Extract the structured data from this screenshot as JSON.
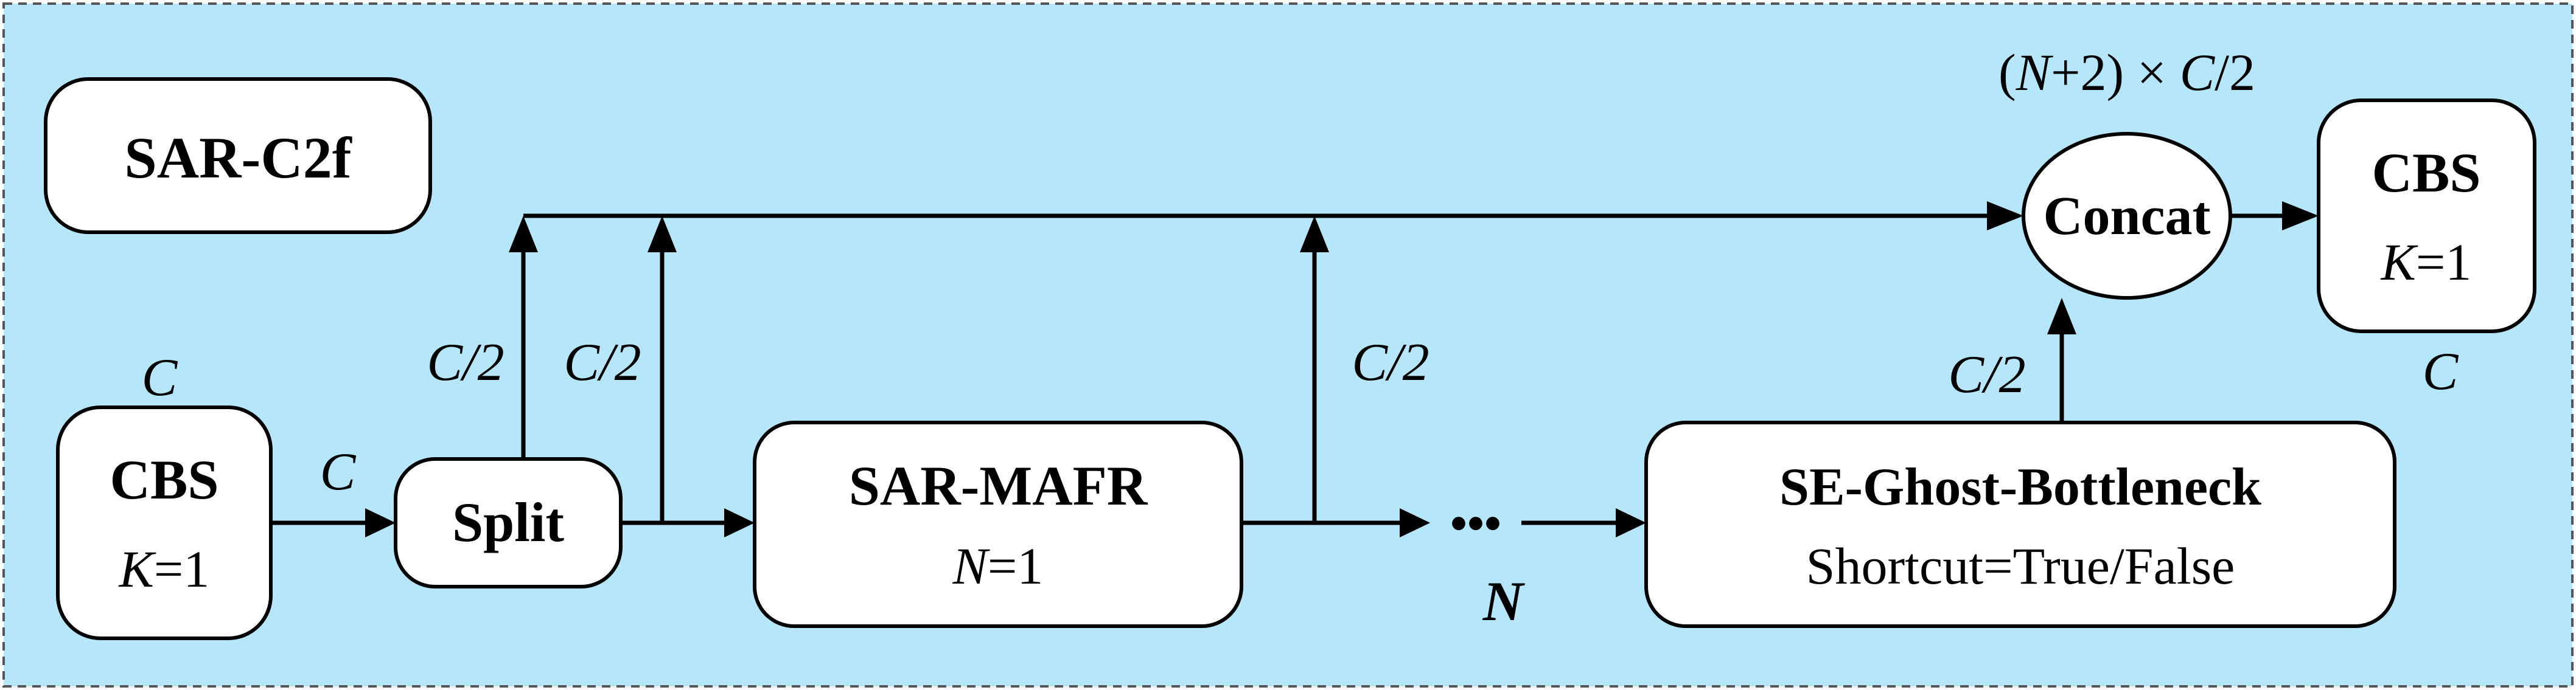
{
  "title": "SAR-C2f",
  "nodes": {
    "cbs_in": {
      "title": "CBS",
      "param_sym": "K",
      "param_val": "=1",
      "channel_label": "C"
    },
    "split": {
      "title": "Split"
    },
    "sar_mafr": {
      "title": "SAR-MAFR",
      "param_sym": "N",
      "param_val": "=1"
    },
    "ellipsis": {
      "text": "•••"
    },
    "se_ghost": {
      "title": "SE-Ghost-Bottleneck",
      "subtitle": "Shortcut=True/False"
    },
    "concat": {
      "title": "Concat",
      "channel_label_a": "(",
      "channel_label_n": "N",
      "channel_label_b": "+2) × ",
      "channel_label_c": "C",
      "channel_label_d": "/2"
    },
    "cbs_out": {
      "title": "CBS",
      "param_sym": "K",
      "param_val": "=1",
      "channel_label": "C"
    }
  },
  "edge_labels": {
    "cbs_to_split": "C",
    "split_up_1": "C/2",
    "split_up_2": "C/2",
    "mafr_up": "C/2",
    "ghost_up": "C/2",
    "repeat": "N"
  },
  "colors": {
    "background": "#b5e6fa",
    "box_fill": "#ffffff",
    "stroke": "#000000"
  }
}
